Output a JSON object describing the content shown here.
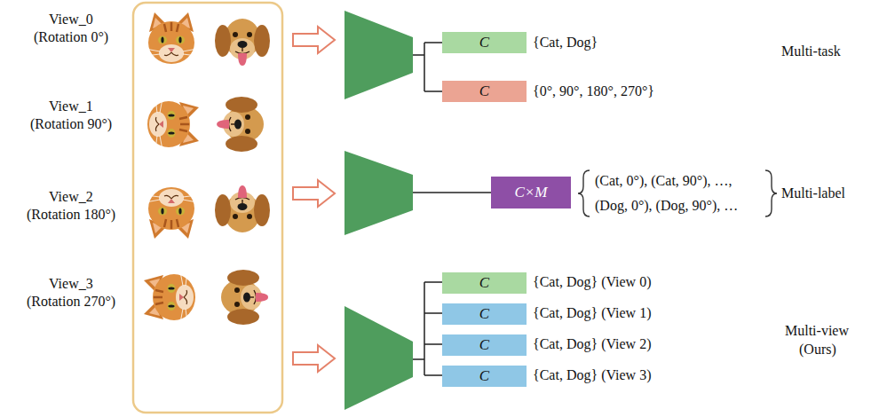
{
  "diagram": {
    "nodes": [
      {
        "text": [
          "C"
        ]
      },
      {
        "text": [
          "C"
        ]
      },
      {
        "text": [
          "C×M"
        ]
      },
      {
        "text": [
          "C"
        ]
      },
      {
        "text": [
          "C"
        ]
      },
      {
        "text": [
          "C"
        ]
      },
      {
        "text": [
          "C"
        ]
      }
    ],
    "labels": [
      "View_0",
      "(Rotation 0°)",
      "View_1",
      "(Rotation 90°)",
      "View_2",
      "(Rotation 180°)",
      "View_3",
      "(Rotation 270°)",
      "{Cat, Dog}",
      "{0°, 90°, 180°, 270°}",
      "Multi-task",
      "(Cat, 0°), (Cat, 90°), …,",
      "(Dog, 0°), (Dog, 90°), …",
      "Multi-label",
      "{Cat, Dog} (View 0)",
      "{Cat, Dog} (View 1)",
      "{Cat, Dog} (View 2)",
      "{Cat, Dog} (View 3)",
      "Multi-view",
      "(Ours)"
    ]
  }
}
